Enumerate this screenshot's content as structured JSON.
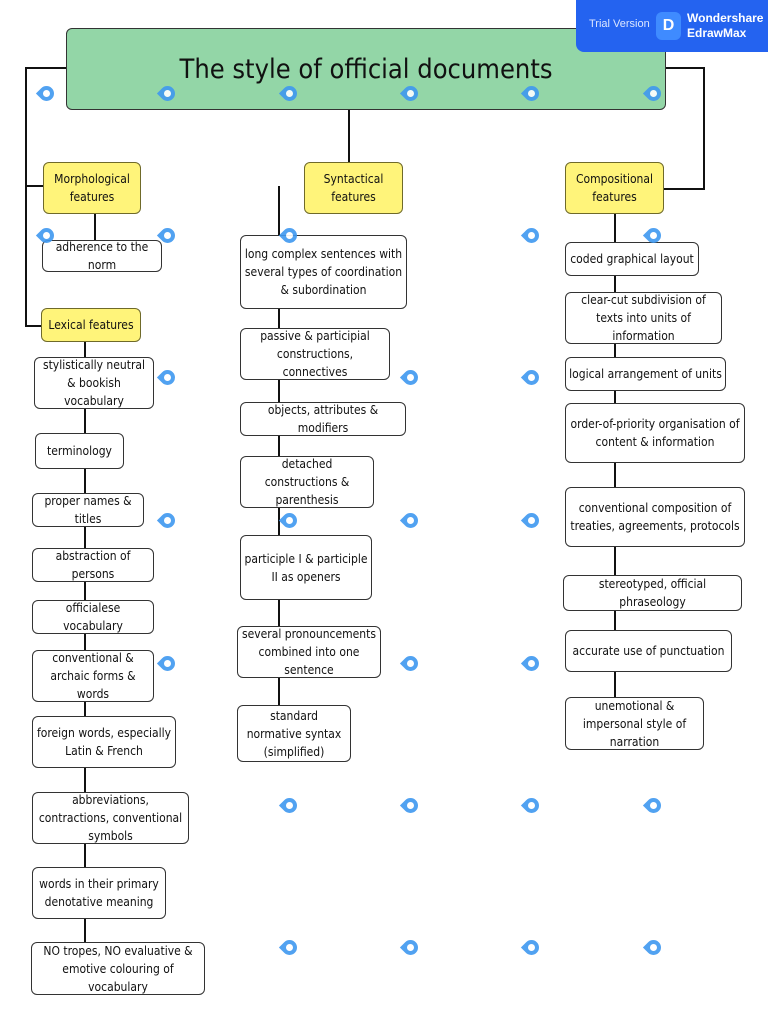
{
  "title": "The style of official documents",
  "badge": {
    "trial": "Trial Version",
    "brand_line1": "Wondershare",
    "brand_line2": "EdrawMax",
    "logo_glyph": "D"
  },
  "categories": {
    "morphological": "Morphological features",
    "syntactical": "Syntactical features",
    "compositional": "Compositional features",
    "lexical": "Lexical features"
  },
  "morphological_items": [
    "adherence to the norm"
  ],
  "lexical_items": [
    "stylistically neutral & bookish vocabulary",
    "terminology",
    "proper names & titles",
    "abstraction of persons",
    "officialese vocabulary",
    "conventional & archaic forms & words",
    "foreign words, especially Latin & French",
    "abbreviations, contractions, conventional symbols",
    "words in their primary denotative meaning",
    "NO tropes, NO evaluative & emotive colouring of vocabulary"
  ],
  "syntactical_items": [
    "long complex sentences with several types of coordination & subordination",
    "passive & participial constructions, connectives",
    "objects, attributes & modifiers",
    "detached constructions & parenthesis",
    "participle I & participle II as openers",
    "several pronouncements combined into one sentence",
    "standard normative syntax (simplified)"
  ],
  "compositional_items": [
    "coded graphical layout",
    "clear-cut subdivision of texts into units of information",
    "logical arrangement of units",
    "order-of-priority organisation of content & information",
    "conventional composition of treaties, agreements, protocols",
    "stereotyped, official phraseology",
    "accurate use of punctuation",
    "unemotional & impersonal style of narration"
  ],
  "colors": {
    "title_fill": "#93d6a7",
    "category_fill": "#fff47a",
    "line": "#111111",
    "badge": "#2463f0"
  }
}
